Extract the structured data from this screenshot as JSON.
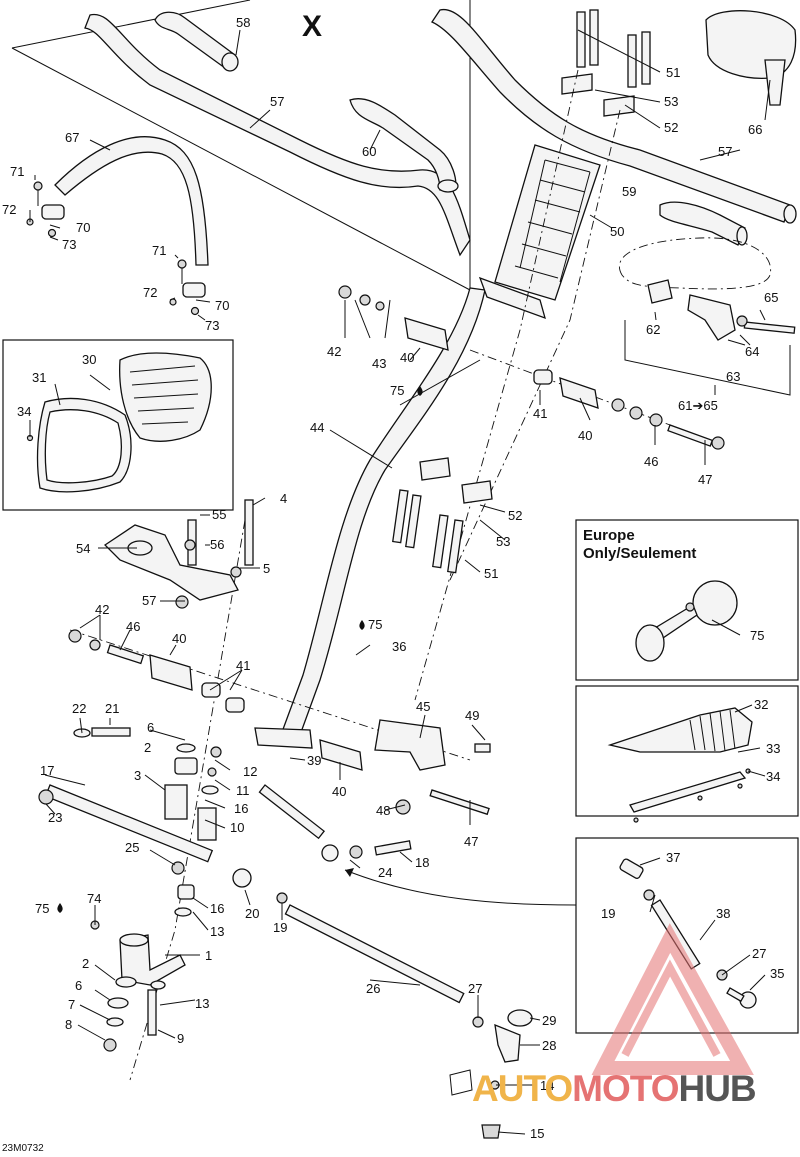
{
  "diagram": {
    "section_mark": "X",
    "drawing_code": "23M0732",
    "inset_title": "Europe\nOnly/Seulement",
    "watermark": {
      "part1": "AUTO",
      "part2": "MOTO",
      "part3": "HUB"
    },
    "callouts": {
      "c58": "58",
      "c57a": "57",
      "c57b": "57",
      "c60": "60",
      "c67": "67",
      "c71a": "71",
      "c72a": "72",
      "c70a": "70",
      "c73a": "73",
      "c71b": "71",
      "c72b": "72",
      "c70b": "70",
      "c73b": "73",
      "c51a": "51",
      "c53a": "53",
      "c52a": "52",
      "c66": "66",
      "c50": "50",
      "c59": "59",
      "c65": "65",
      "c62": "62",
      "c64": "64",
      "c63": "63",
      "c61": "61➔65",
      "c42a": "42",
      "c43": "43",
      "c40a": "40",
      "c75a": "75",
      "c41a": "41",
      "c40b": "40",
      "c46a": "46",
      "c47a": "47",
      "c30": "30",
      "c31": "31",
      "c34a": "34",
      "c44": "44",
      "c52b": "52",
      "c53b": "53",
      "c51b": "51",
      "c4": "4",
      "c55": "55",
      "c54": "54",
      "c56": "56",
      "c5": "5",
      "c57c": "57",
      "c75b": "75",
      "c36": "36",
      "c42b": "42",
      "c46b": "46",
      "c40c": "40",
      "c41b": "41",
      "c75c": "75",
      "c32": "32",
      "c33": "33",
      "c34b": "34",
      "c22": "22",
      "c21": "21",
      "c6a": "6",
      "c2a": "2",
      "c45": "45",
      "c49": "49",
      "c12": "12",
      "c11": "11",
      "c17": "17",
      "c3": "3",
      "c16a": "16",
      "c39": "39",
      "c23": "23",
      "c10": "10",
      "c40d": "40",
      "c48": "48",
      "c47b": "47",
      "c25": "25",
      "c18": "18",
      "c37": "37",
      "c24": "24",
      "c16b": "16",
      "c20": "20",
      "c75d": "75",
      "c74": "74",
      "c19a": "19",
      "c19b": "19",
      "c13a": "13",
      "c38": "38",
      "c1": "1",
      "c27a": "27",
      "c2b": "2",
      "c26": "26",
      "c35": "35",
      "c6b": "6",
      "c13b": "13",
      "c27b": "27",
      "c29": "29",
      "c7": "7",
      "c28": "28",
      "c8": "8",
      "c9": "9",
      "c14": "14",
      "c15": "15"
    }
  }
}
